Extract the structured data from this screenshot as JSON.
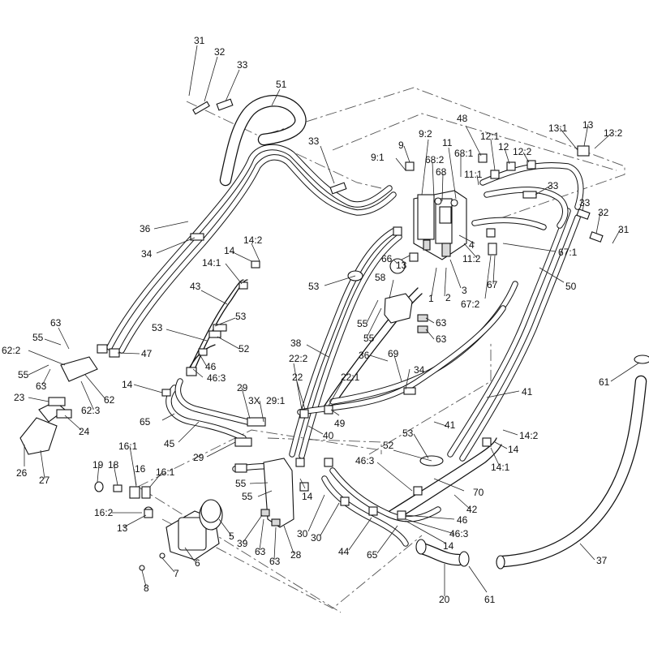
{
  "callouts": [
    {
      "id": "31a",
      "text": "31"
    },
    {
      "id": "32a",
      "text": "32"
    },
    {
      "id": "33a",
      "text": "33"
    },
    {
      "id": "51",
      "text": "51"
    },
    {
      "id": "33b",
      "text": "33"
    },
    {
      "id": "36a",
      "text": "36"
    },
    {
      "id": "34a",
      "text": "34"
    },
    {
      "id": "14_2a",
      "text": "14:2"
    },
    {
      "id": "14a",
      "text": "14"
    },
    {
      "id": "14_1a",
      "text": "14:1"
    },
    {
      "id": "43",
      "text": "43"
    },
    {
      "id": "53a",
      "text": "53"
    },
    {
      "id": "53b",
      "text": "53"
    },
    {
      "id": "52a",
      "text": "52"
    },
    {
      "id": "46a",
      "text": "46"
    },
    {
      "id": "46_3a",
      "text": "46:3"
    },
    {
      "id": "63a",
      "text": "63"
    },
    {
      "id": "55a",
      "text": "55"
    },
    {
      "id": "62_2",
      "text": "62:2"
    },
    {
      "id": "55b",
      "text": "55"
    },
    {
      "id": "63b",
      "text": "63"
    },
    {
      "id": "47",
      "text": "47"
    },
    {
      "id": "62",
      "text": "62"
    },
    {
      "id": "62_3",
      "text": "62:3"
    },
    {
      "id": "23",
      "text": "23"
    },
    {
      "id": "24",
      "text": "24"
    },
    {
      "id": "26",
      "text": "26"
    },
    {
      "id": "27",
      "text": "27"
    },
    {
      "id": "14b",
      "text": "14"
    },
    {
      "id": "65a",
      "text": "65"
    },
    {
      "id": "45",
      "text": "45"
    },
    {
      "id": "29a",
      "text": "29"
    },
    {
      "id": "3x",
      "text": "3X"
    },
    {
      "id": "29_1",
      "text": "29:1"
    },
    {
      "id": "29b",
      "text": "29"
    },
    {
      "id": "19",
      "text": "19"
    },
    {
      "id": "18",
      "text": "18"
    },
    {
      "id": "16a",
      "text": "16"
    },
    {
      "id": "16_1a",
      "text": "16:1"
    },
    {
      "id": "16_1b",
      "text": "16:1"
    },
    {
      "id": "16_2",
      "text": "16:2"
    },
    {
      "id": "13a",
      "text": "13"
    },
    {
      "id": "5",
      "text": "5"
    },
    {
      "id": "6",
      "text": "6"
    },
    {
      "id": "7",
      "text": "7"
    },
    {
      "id": "8",
      "text": "8"
    },
    {
      "id": "39",
      "text": "39"
    },
    {
      "id": "63c",
      "text": "63"
    },
    {
      "id": "63d",
      "text": "63"
    },
    {
      "id": "28",
      "text": "28"
    },
    {
      "id": "55c",
      "text": "55"
    },
    {
      "id": "55d",
      "text": "55"
    },
    {
      "id": "14c",
      "text": "14"
    },
    {
      "id": "30a",
      "text": "30"
    },
    {
      "id": "30b",
      "text": "30"
    },
    {
      "id": "44",
      "text": "44"
    },
    {
      "id": "65b",
      "text": "65"
    },
    {
      "id": "20",
      "text": "20"
    },
    {
      "id": "61a",
      "text": "61"
    },
    {
      "id": "37",
      "text": "37"
    },
    {
      "id": "61b",
      "text": "61"
    },
    {
      "id": "40",
      "text": "40"
    },
    {
      "id": "22_2",
      "text": "22:2"
    },
    {
      "id": "22",
      "text": "22"
    },
    {
      "id": "22_1",
      "text": "22:1"
    },
    {
      "id": "49",
      "text": "49"
    },
    {
      "id": "38",
      "text": "38"
    },
    {
      "id": "36b",
      "text": "36"
    },
    {
      "id": "69",
      "text": "69"
    },
    {
      "id": "34b",
      "text": "34"
    },
    {
      "id": "41a",
      "text": "41"
    },
    {
      "id": "41b",
      "text": "41"
    },
    {
      "id": "53c",
      "text": "53"
    },
    {
      "id": "52b",
      "text": "52"
    },
    {
      "id": "46_3b",
      "text": "46:3"
    },
    {
      "id": "70",
      "text": "70"
    },
    {
      "id": "42",
      "text": "42"
    },
    {
      "id": "46b",
      "text": "46"
    },
    {
      "id": "46_3c",
      "text": "46:3"
    },
    {
      "id": "14d",
      "text": "14"
    },
    {
      "id": "14_2b",
      "text": "14:2"
    },
    {
      "id": "14e",
      "text": "14"
    },
    {
      "id": "14_1b",
      "text": "14:1"
    },
    {
      "id": "53d",
      "text": "53"
    },
    {
      "id": "58",
      "text": "58"
    },
    {
      "id": "66",
      "text": "66"
    },
    {
      "id": "55e",
      "text": "55"
    },
    {
      "id": "55f",
      "text": "55"
    },
    {
      "id": "63e",
      "text": "63"
    },
    {
      "id": "63f",
      "text": "63"
    },
    {
      "id": "1",
      "text": "1"
    },
    {
      "id": "2",
      "text": "2"
    },
    {
      "id": "3",
      "text": "3"
    },
    {
      "id": "13b",
      "text": "13"
    },
    {
      "id": "9_1",
      "text": "9:1"
    },
    {
      "id": "9",
      "text": "9"
    },
    {
      "id": "9_2",
      "text": "9:2"
    },
    {
      "id": "68_2",
      "text": "68:2"
    },
    {
      "id": "68",
      "text": "68"
    },
    {
      "id": "11",
      "text": "11"
    },
    {
      "id": "68_1",
      "text": "68:1"
    },
    {
      "id": "48",
      "text": "48"
    },
    {
      "id": "11_1",
      "text": "11:1"
    },
    {
      "id": "12_1",
      "text": "12:1"
    },
    {
      "id": "12",
      "text": "12"
    },
    {
      "id": "12_2",
      "text": "12:2"
    },
    {
      "id": "4",
      "text": "4"
    },
    {
      "id": "11_2",
      "text": "11:2"
    },
    {
      "id": "13_1",
      "text": "13:1"
    },
    {
      "id": "13c",
      "text": "13"
    },
    {
      "id": "13_2",
      "text": "13:2"
    },
    {
      "id": "33c",
      "text": "33"
    },
    {
      "id": "33d",
      "text": "33"
    },
    {
      "id": "32b",
      "text": "32"
    },
    {
      "id": "31b",
      "text": "31"
    },
    {
      "id": "67_1",
      "text": "67:1"
    },
    {
      "id": "50",
      "text": "50"
    },
    {
      "id": "67",
      "text": "67"
    },
    {
      "id": "67_2",
      "text": "67:2"
    }
  ]
}
